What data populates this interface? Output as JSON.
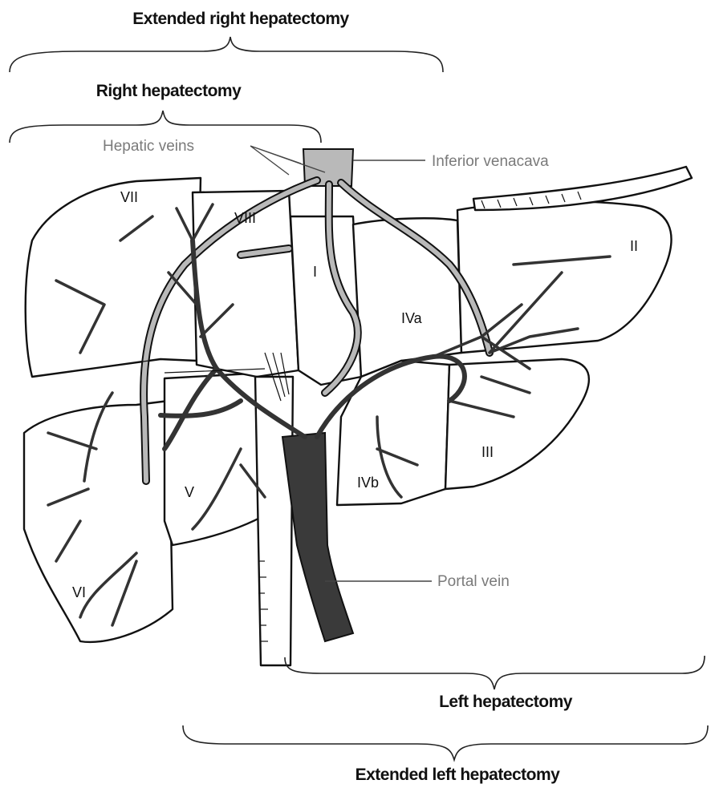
{
  "brackets": {
    "extended_right": "Extended right hepatectomy",
    "right": "Right hepatectomy",
    "left": "Left hepatectomy",
    "extended_left": "Extended left hepatectomy"
  },
  "callouts": {
    "hepatic_veins": "Hepatic veins",
    "inferior_vena_cava": "Inferior venacava",
    "portal_vein": "Portal vein"
  },
  "segments": {
    "s1": "I",
    "s2": "II",
    "s3": "III",
    "s4a": "IVa",
    "s4b": "IVb",
    "s5": "V",
    "s6": "VI",
    "s7": "VII",
    "s8": "VIII"
  }
}
